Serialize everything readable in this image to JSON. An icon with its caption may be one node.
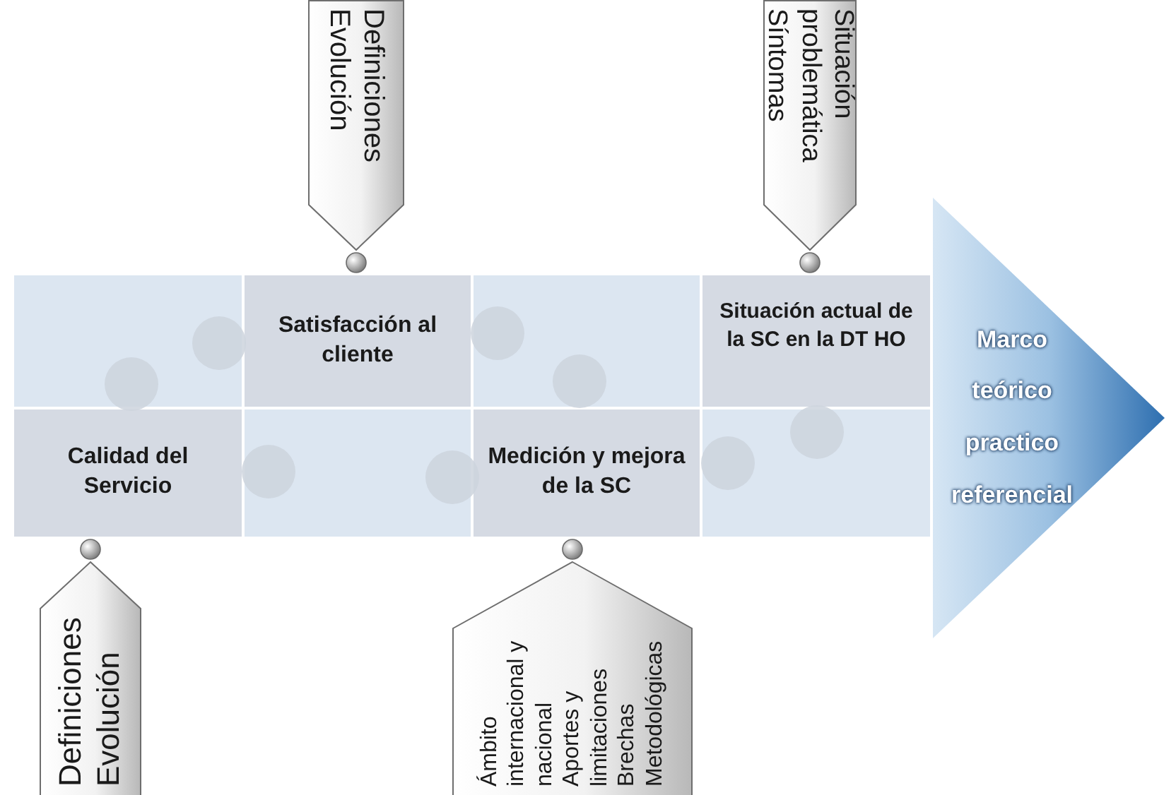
{
  "diagram": {
    "nodes": [
      {
        "text": [
          "Definiciones",
          "Evolución"
        ]
      },
      {
        "text": [
          "Situación",
          "problemática",
          "Síntomas"
        ]
      },
      {
        "text": [],
        "shape": "box"
      },
      {
        "text": [
          "Satisfacción al cliente"
        ]
      },
      {
        "text": [],
        "shape": "box"
      },
      {
        "text": [
          "Situación actual de la SC en la DT HO"
        ]
      },
      {
        "text": [
          "Calidad del Servicio"
        ]
      },
      {
        "text": [],
        "shape": "box"
      },
      {
        "text": [
          "Medición y mejora de la SC"
        ]
      },
      {
        "text": [],
        "shape": "box"
      },
      {
        "text": [
          "Marco teórico practico referencial"
        ]
      },
      {
        "text": [
          "Definiciones",
          "Evolución"
        ]
      },
      {
        "text": [
          "Ámbito internacional y nacional",
          "Aportes y limitaciones",
          "Brechas Metodológicas"
        ]
      }
    ]
  }
}
